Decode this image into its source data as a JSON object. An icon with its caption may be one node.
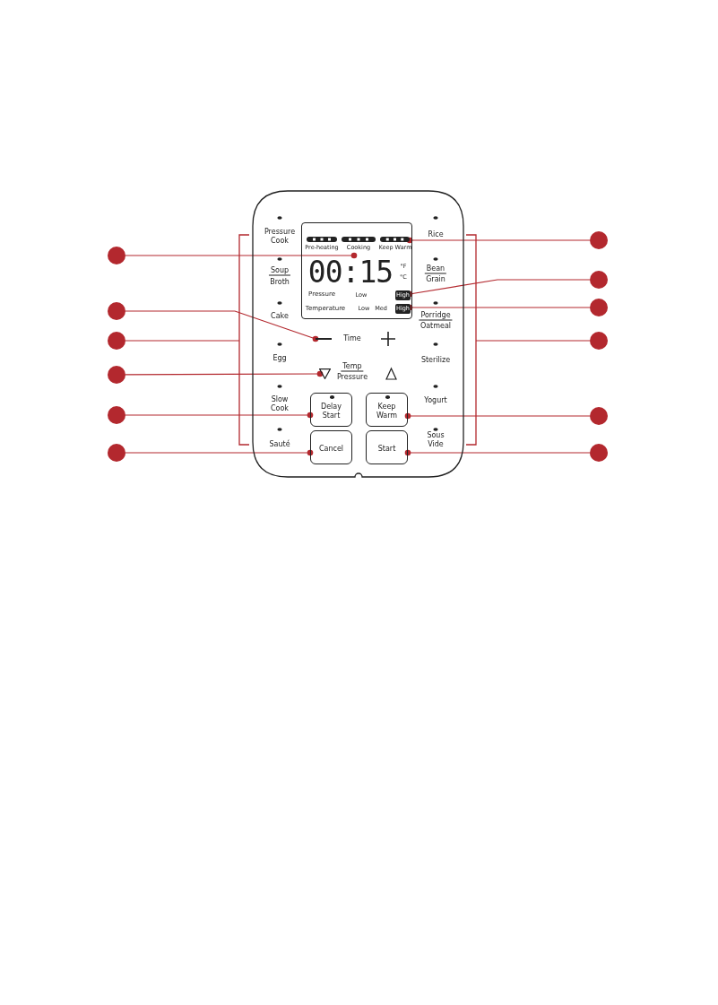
{
  "diagram": {
    "nodes": [
      {
        "text": [],
        "shape": "box"
      },
      {
        "text": [],
        "shape": "box",
        "in": 0
      },
      {
        "text": [
          "00:15"
        ],
        "in": 1
      },
      {
        "text": [
          "Pre-heating",
          "Cooking",
          "Keep Warm"
        ],
        "in": 1
      },
      {
        "text": [
          "High"
        ],
        "in": 1
      },
      {
        "text": [
          "High"
        ],
        "in": 1
      },
      {
        "text": [],
        "shape": "minus",
        "in": 0
      },
      {
        "text": [],
        "shape": "triangle",
        "in": 0
      },
      {
        "text": [
          "Delay Start"
        ],
        "in": 0
      },
      {
        "text": [
          "Cancel"
        ],
        "in": 0
      },
      {
        "text": [
          "Keep Warm"
        ],
        "in": 0
      },
      {
        "text": [
          "Start"
        ],
        "in": 0
      },
      {
        "text": [],
        "shape": "bracket"
      },
      {
        "text": [],
        "shape": "bracket"
      },
      {
        "text": [],
        "shape": "circle"
      },
      {
        "text": [],
        "shape": "circle"
      },
      {
        "text": [],
        "shape": "circle"
      },
      {
        "text": [],
        "shape": "circle"
      },
      {
        "text": [],
        "shape": "circle"
      },
      {
        "text": [],
        "shape": "circle"
      },
      {
        "text": [],
        "shape": "circle"
      },
      {
        "text": [],
        "shape": "circle"
      },
      {
        "text": [],
        "shape": "circle"
      },
      {
        "text": [],
        "shape": "circle"
      },
      {
        "text": [],
        "shape": "circle"
      },
      {
        "text": [],
        "shape": "circle"
      }
    ],
    "edges": [
      {
        "from": 14,
        "to": 2,
        "arrow": "other"
      },
      {
        "from": 15,
        "to": 6,
        "arrow": "other"
      },
      {
        "from": 16,
        "to": 12,
        "arrow": "none"
      },
      {
        "from": 17,
        "to": 7,
        "arrow": "other"
      },
      {
        "from": 18,
        "to": 8,
        "arrow": "other"
      },
      {
        "from": 19,
        "to": 9,
        "arrow": "other"
      },
      {
        "from": 20,
        "to": 3,
        "arrow": "other"
      },
      {
        "from": 21,
        "to": 4,
        "arrow": "other"
      },
      {
        "from": 22,
        "to": 5,
        "arrow": "other"
      },
      {
        "from": 23,
        "to": 13,
        "arrow": "none"
      },
      {
        "from": 24,
        "to": 10,
        "arrow": "other"
      },
      {
        "from": 25,
        "to": 11,
        "arrow": "other"
      }
    ],
    "labels": [
      "Pressure Cook",
      "Rice",
      "°F",
      "°C",
      "Soup",
      "Broth",
      "Bean",
      "Grain",
      "Pressure",
      "Low",
      "Temperature",
      "Low",
      "Med",
      "Cake",
      "Porridge",
      "Oatmeal",
      "Time",
      "Egg",
      "Sterilize",
      "Temp",
      "Pressure",
      "Slow Cook",
      "Yogurt",
      "Sauté",
      "Sous Vide"
    ]
  }
}
